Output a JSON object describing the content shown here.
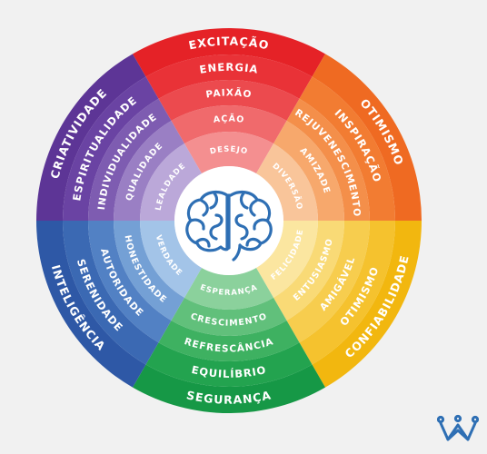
{
  "wheel": {
    "sectors": [
      {
        "key": "red",
        "colors": [
          "#e52227",
          "#e93237",
          "#ec4a4e",
          "#f06a6c",
          "#f48f90"
        ],
        "labels": [
          "EXCITAÇÃO",
          "ENERGIA",
          "PAIXÃO",
          "AÇÃO",
          "DESEJO"
        ]
      },
      {
        "key": "orange",
        "colors": [
          "#ef6a22",
          "#f27c32",
          "#f48f4a",
          "#f7a86c",
          "#f9c59a"
        ],
        "labels": [
          "OTIMISMO",
          "INSPIRAÇÃO",
          "REJUVENESCIMENTO",
          "AMIZADE",
          "DIVERSÃO"
        ]
      },
      {
        "key": "yellow",
        "colors": [
          "#f2b70f",
          "#f5c22e",
          "#f7cd4e",
          "#f9da76",
          "#fbe6a0"
        ],
        "labels": [
          "CONFIABILIDADE",
          "OTIMISMO",
          "AMIGÁVEL",
          "ENTUSIASMO",
          "FELICIDADE"
        ]
      },
      {
        "key": "green",
        "colors": [
          "#169846",
          "#23a34f",
          "#3eb161",
          "#61c07b",
          "#8bd19c"
        ],
        "labels": [
          "SEGURANÇA",
          "EQUILÍBRIO",
          "REFRESCÂNCIA",
          "CRESCIMENTO",
          "ESPERANÇA"
        ]
      },
      {
        "key": "blue",
        "colors": [
          "#2e58a6",
          "#3b69b3",
          "#5281c4",
          "#74a0d5",
          "#a3c4e8"
        ],
        "labels": [
          "INTELIGÊNCIA",
          "SERENIDADE",
          "AUTORIDADE",
          "HONESTIDADE",
          "VERDADE"
        ]
      },
      {
        "key": "purple",
        "colors": [
          "#5d3596",
          "#6a43a3",
          "#7e5cb1",
          "#9a7fc4",
          "#bba8d9"
        ],
        "labels": [
          "CRIATIVIDADE",
          "ESPIRITUALIDADE",
          "INDIVIDUALIDADE",
          "QUALIDADE",
          "LEALDADE"
        ]
      }
    ],
    "center_icon": "brain-icon",
    "center_icon_color": "#2e6fb4",
    "hub_color": "#ffffff"
  },
  "logo": {
    "icon": "crown-logo-icon",
    "color": "#2e6fb4"
  }
}
